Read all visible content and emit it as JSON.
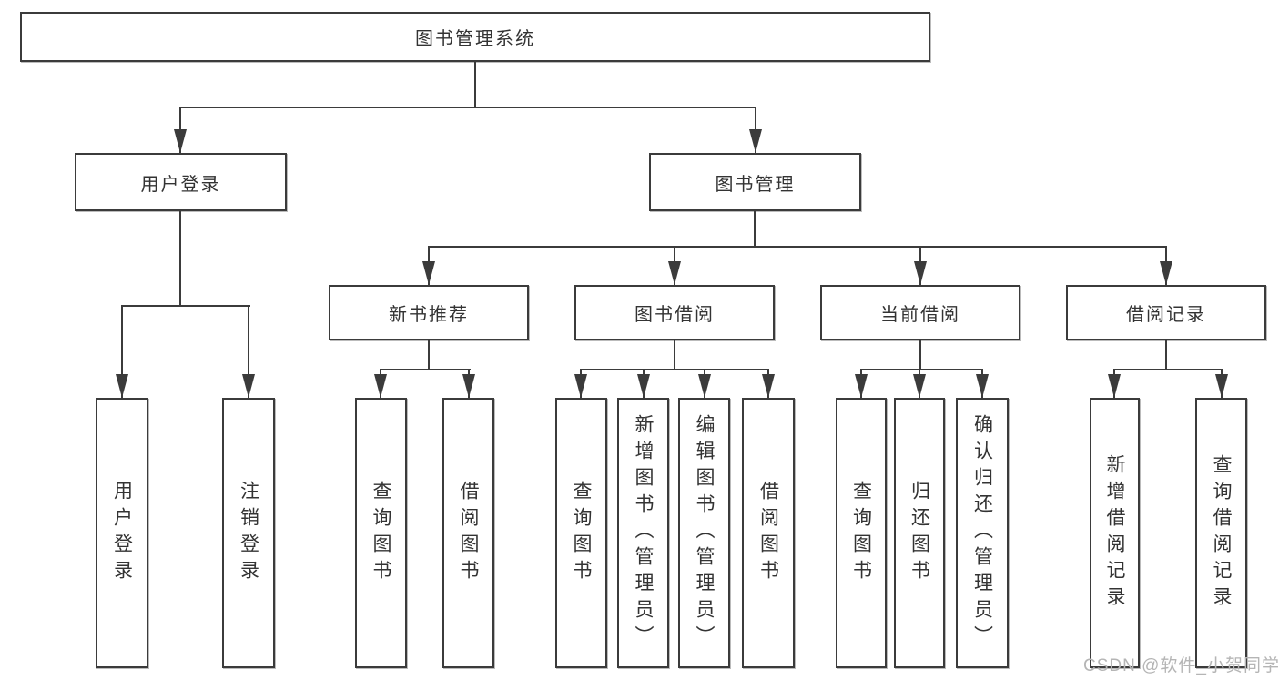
{
  "tree": {
    "root": {
      "label": "图书管理系统"
    },
    "branches": [
      {
        "label": "用户登录",
        "children": [
          {
            "label": "用户登录"
          },
          {
            "label": "注销登录"
          }
        ]
      },
      {
        "label": "图书管理",
        "children": [
          {
            "label": "新书推荐",
            "children": [
              {
                "label": "查询图书"
              },
              {
                "label": "借阅图书"
              }
            ]
          },
          {
            "label": "图书借阅",
            "children": [
              {
                "label": "查询图书"
              },
              {
                "label": "新增图书（管理员）"
              },
              {
                "label": "编辑图书（管理员）"
              },
              {
                "label": "借阅图书"
              }
            ]
          },
          {
            "label": "当前借阅",
            "children": [
              {
                "label": "查询图书"
              },
              {
                "label": "归还图书"
              },
              {
                "label": "确认归还（管理员）"
              }
            ]
          },
          {
            "label": "借阅记录",
            "children": [
              {
                "label": "新增借阅记录"
              },
              {
                "label": "查询借阅记录"
              }
            ]
          }
        ]
      }
    ]
  },
  "watermark": "CSDN @软件_小贺同学",
  "colors": {
    "line": "#3b3b3b",
    "text": "#333333",
    "box_background": "#ffffff",
    "watermark": "#b5b5b5",
    "background": "#ffffff"
  }
}
